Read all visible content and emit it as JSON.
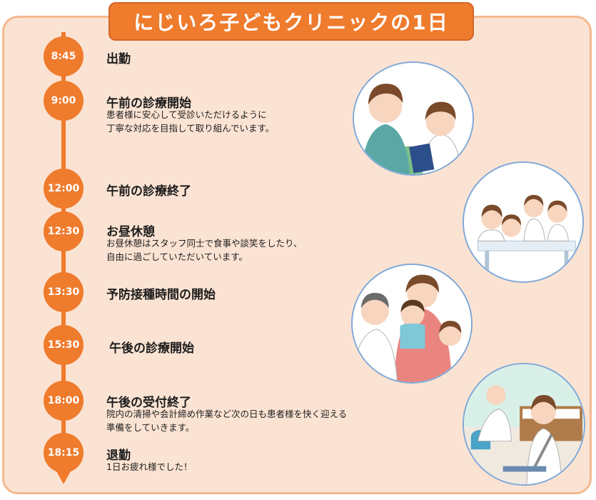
{
  "title": "にじいろ子どもクリニックの1日",
  "schedule": [
    {
      "time": "8:45",
      "title": "出勤",
      "desc": []
    },
    {
      "time": "9:00",
      "title": "午前の診療開始",
      "desc": [
        "患者様に安心して受診いただけるように",
        "丁寧な対応を目指して取り組んでいます。"
      ]
    },
    {
      "time": "12:00",
      "title": "午前の診療終了",
      "desc": []
    },
    {
      "time": "12:30",
      "title": "お昼休憩",
      "desc": [
        "お昼休憩はスタッフ同士で食事や談笑をしたり、",
        "自由に過ごしていただいています。"
      ]
    },
    {
      "time": "13:30",
      "title": "予防接種時間の開始",
      "desc": []
    },
    {
      "time": "15:30",
      "title": "午後の診療開始",
      "desc": []
    },
    {
      "time": "18:00",
      "title": "午後の受付終了",
      "desc": [
        "院内の清掃や会計締め作業など次の日も患者様を快く迎える",
        "準備をしていきます。"
      ]
    },
    {
      "time": "18:15",
      "title": "退勤",
      "desc": [
        "1日お疲れ様でした！"
      ]
    }
  ],
  "colors": {
    "accent": "#ef7b2d",
    "panel": "#fbe3d3",
    "border": "#f3b98f",
    "ring": "#7ea8d8"
  }
}
